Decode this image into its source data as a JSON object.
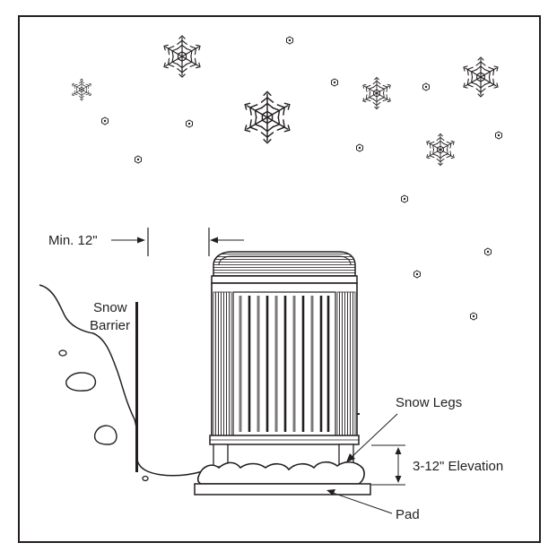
{
  "labels": {
    "min_clearance": "Min. 12\"",
    "snow_barrier_line1": "Snow",
    "snow_barrier_line2": "Barrier",
    "snow_legs": "Snow Legs",
    "elevation": "3-12\" Elevation",
    "pad": "Pad"
  },
  "icons": {
    "large_flake": "snowflake-icon",
    "small_flake": "small-snowflake-icon",
    "logo": "brand-logo-icon"
  },
  "colors": {
    "ink": "#231f20",
    "background": "#ffffff"
  }
}
